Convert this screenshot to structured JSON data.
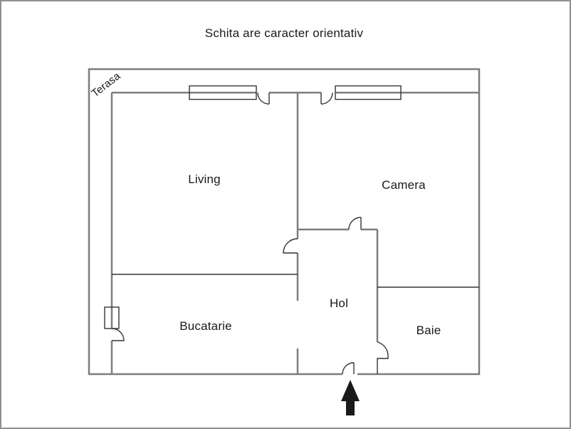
{
  "page": {
    "title": "Schita are caracter orientativ"
  },
  "colors": {
    "wall": "#7d7d7d",
    "line": "#333333",
    "text": "#1a1a1a",
    "arrow": "#1a1a1a",
    "border": "#8f8f8f"
  },
  "plan": {
    "terrace_label": "Terasa",
    "rooms": [
      {
        "name": "Living"
      },
      {
        "name": "Camera"
      },
      {
        "name": "Bucatarie"
      },
      {
        "name": "Hol"
      },
      {
        "name": "Baie"
      }
    ],
    "icons": {
      "entrance_arrow": "arrow-up-icon"
    }
  }
}
